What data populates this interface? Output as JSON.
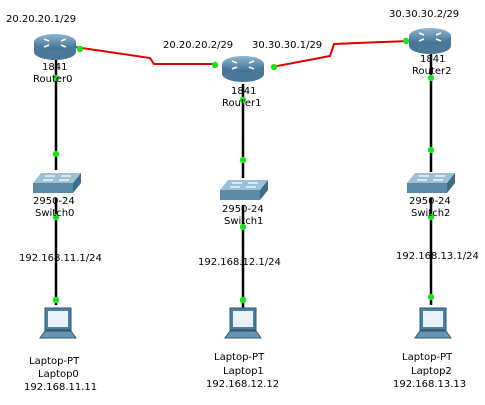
{
  "routers": [
    {
      "model": "1841",
      "name": "Router0",
      "ip": "20.20.20.1/29"
    },
    {
      "model": "1841",
      "name": "Router1"
    },
    {
      "model": "1841",
      "name": "Router2",
      "ip": "30.30.30.2/29"
    }
  ],
  "router1_left_ip": "20.20.20.2/29",
  "router1_right_ip": "30.30.30.1/29",
  "switches": [
    {
      "model": "2950-24",
      "name": "Switch0",
      "link_ip": "192.168.11.1/24"
    },
    {
      "model": "2950-24",
      "name": "Switch1",
      "link_ip": "192.168.12.1/24"
    },
    {
      "model": "2950-24",
      "name": "Switch2",
      "link_ip": "192.168.13.1/24"
    }
  ],
  "laptops": [
    {
      "model": "Laptop-PT",
      "name": "Laptop0",
      "ip": "192.168.11.11"
    },
    {
      "model": "Laptop-PT",
      "name": "Laptop1",
      "ip": "192.168.12.12"
    },
    {
      "model": "Laptop-PT",
      "name": "Laptop2",
      "ip": "192.168.13.13"
    }
  ],
  "colors": {
    "serial_link": "#e00000",
    "ethernet_link": "#000000",
    "link_up": "#22dd22",
    "router_body": "#5f8aa8",
    "switch_body": "#6f9bb0"
  }
}
